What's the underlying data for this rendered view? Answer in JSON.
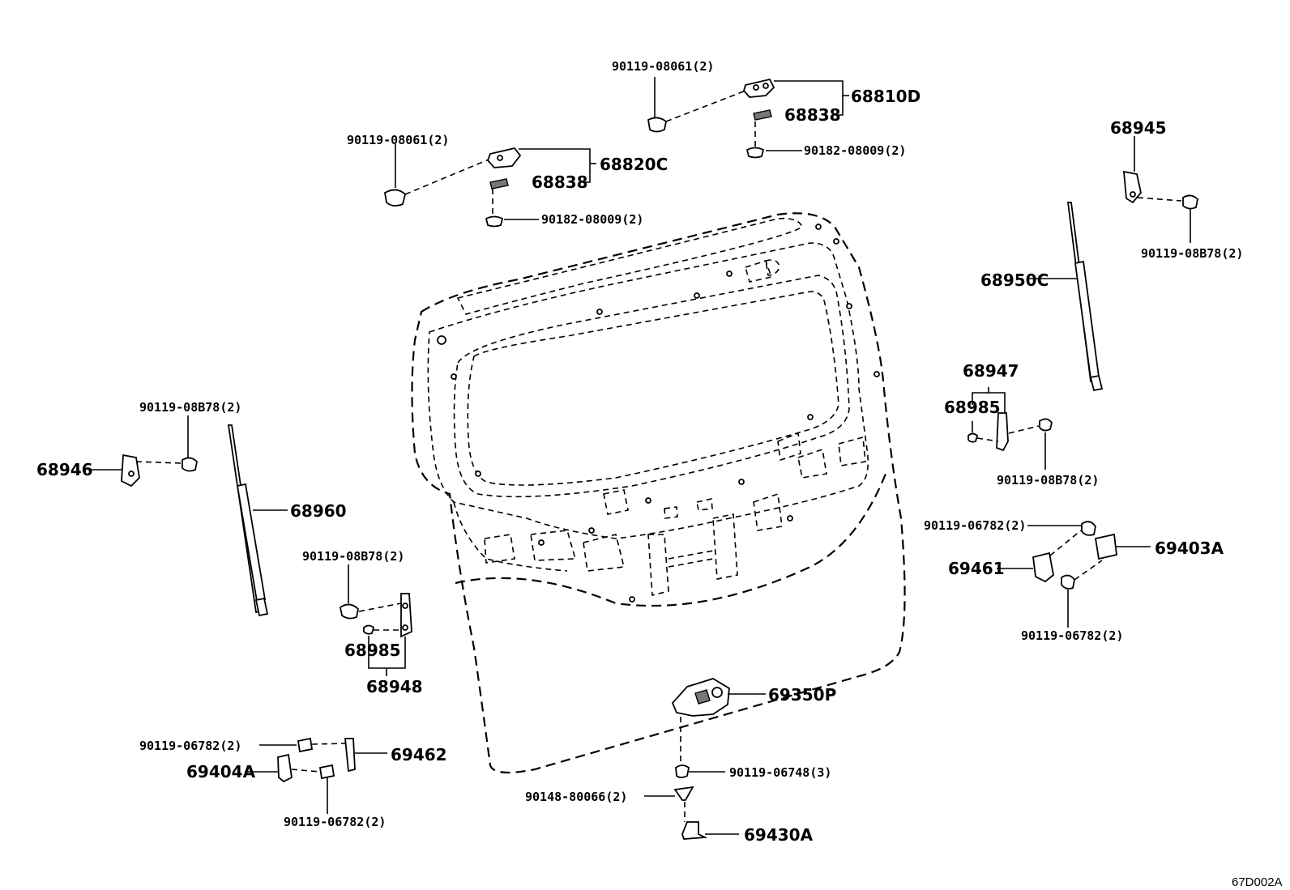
{
  "diagram": {
    "reference_code": "67D002A",
    "labels": {
      "l_90119_08061_top": "90119-08061(2)",
      "l_68810D": "68810D",
      "l_68838_top": "68838",
      "l_90182_08009_top": "90182-08009(2)",
      "l_90119_08061_left": "90119-08061(2)",
      "l_68820C": "68820C",
      "l_68838_left": "68838",
      "l_90182_08009_left": "90182-08009(2)",
      "l_68945": "68945",
      "l_90119_08B78_tr": "90119-08B78(2)",
      "l_68950C": "68950C",
      "l_68947": "68947",
      "l_68985_r": "68985",
      "l_90119_08B78_r": "90119-08B78(2)",
      "l_90119_06782_r1": "90119-06782(2)",
      "l_69403A": "69403A",
      "l_69461": "69461",
      "l_90119_06782_r2": "90119-06782(2)",
      "l_90119_08B78_l": "90119-08B78(2)",
      "l_68946": "68946",
      "l_68960": "68960",
      "l_90119_08B78_c": "90119-08B78(2)",
      "l_68985_c": "68985",
      "l_68948": "68948",
      "l_69350P": "69350P",
      "l_90119_06748": "90119-06748(3)",
      "l_90148_80066": "90148-80066(2)",
      "l_69430A": "69430A",
      "l_90119_06782_bl1": "90119-06782(2)",
      "l_69462": "69462",
      "l_69404A": "69404A",
      "l_90119_06782_bl2": "90119-06782(2)"
    }
  }
}
